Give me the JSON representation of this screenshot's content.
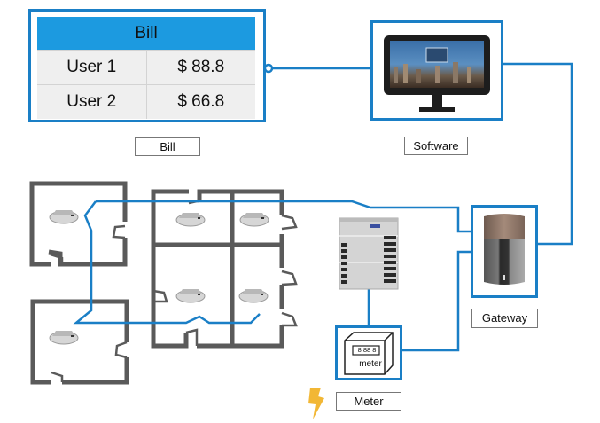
{
  "colors": {
    "wire": "#1a7fc6",
    "table_header": "#1c9ae0",
    "table_body": "#efefef",
    "wall": "#5a5a5a",
    "bolt": "#f2b735"
  },
  "bill_table": {
    "title": "Bill",
    "rows": [
      {
        "user": "User 1",
        "amount": "$ 88.8"
      },
      {
        "user": "User 2",
        "amount": "$ 66.8"
      }
    ]
  },
  "labels": {
    "bill": "Bill",
    "software": "Software",
    "gateway": "Gateway",
    "meter": "Meter"
  },
  "meter_device": {
    "display": "8 88 8",
    "caption": "meter"
  },
  "icons": {
    "monitor": "monitor-icon",
    "gateway": "gateway-device-icon",
    "outdoor_unit": "outdoor-ac-unit-icon",
    "indoor_unit": "cassette-ac-unit-icon",
    "meter": "electric-meter-icon",
    "power": "lightning-bolt-icon"
  }
}
